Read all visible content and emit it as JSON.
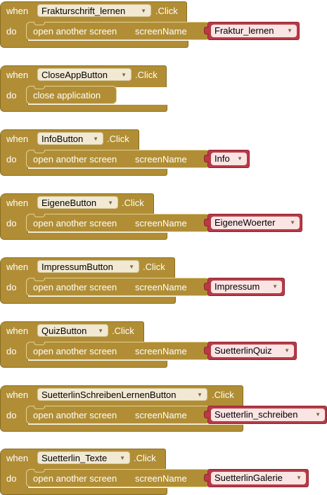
{
  "keywords": {
    "when": "when",
    "do": "do",
    "open_screen": "open another screen",
    "screen_name": "screenName",
    "close_app": "close application"
  },
  "events": [
    {
      "component": "Frakturschrift_lernen",
      "event": ".Click",
      "screen": "Fraktur_lernen"
    },
    {
      "component": "CloseAppButton",
      "event": ".Click",
      "screen": null
    },
    {
      "component": "InfoButton",
      "event": ".Click",
      "screen": "Info"
    },
    {
      "component": "EigeneButton",
      "event": ".Click",
      "screen": "EigeneWoerter"
    },
    {
      "component": "ImpressumButton",
      "event": ".Click",
      "screen": "Impressum"
    },
    {
      "component": "QuizButton",
      "event": ".Click",
      "screen": "SuetterlinQuiz"
    },
    {
      "component": "SuetterlinSchreibenLernenButton",
      "event": ".Click",
      "screen": "Suetterlin_schreiben"
    },
    {
      "component": "Suetterlin_Texte",
      "event": ".Click",
      "screen": "SuetterlinGalerie"
    }
  ],
  "colors": {
    "control_block": "#b18e35",
    "text_block": "#b73a46"
  },
  "icons": {
    "dropdown": "dropdown-arrow-icon"
  }
}
